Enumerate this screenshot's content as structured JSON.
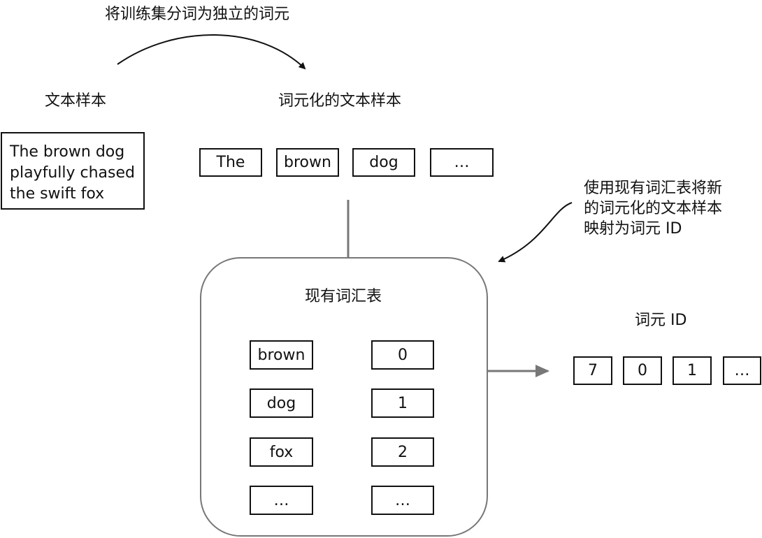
{
  "top_caption": "将训练集分词为独立的词元",
  "sample_heading": "文本样本",
  "sample_text_lines": [
    "The brown dog",
    "playfully chased",
    "the swift fox"
  ],
  "tokenized_heading": "词元化的文本样本",
  "tokens": [
    "The",
    "brown",
    "dog",
    "…"
  ],
  "annotation_lines": [
    "使用现有词汇表将新",
    "的词元化的文本样本",
    "映射为词元 ID"
  ],
  "vocab_heading": "现有词汇表",
  "vocab": [
    {
      "token": "brown",
      "id": "0"
    },
    {
      "token": "dog",
      "id": "1"
    },
    {
      "token": "fox",
      "id": "2"
    },
    {
      "token": "…",
      "id": "…"
    }
  ],
  "ids_heading": "词元 ID",
  "token_ids": [
    "7",
    "0",
    "1",
    "…"
  ]
}
